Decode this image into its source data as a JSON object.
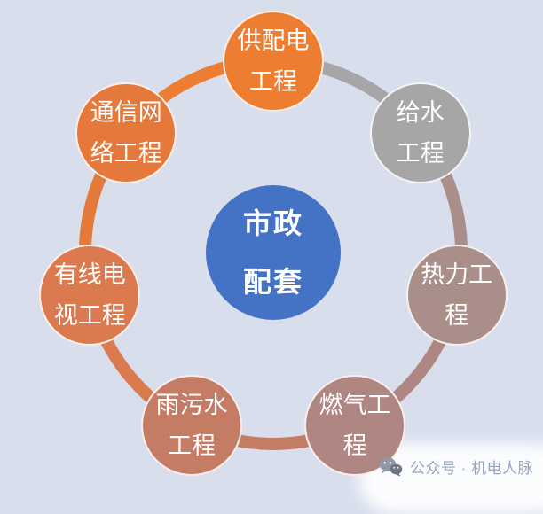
{
  "page": {
    "background": "#D8DEEC"
  },
  "diagram": {
    "type": "cycle",
    "center": {
      "label": "市政配套",
      "lines": [
        "市政",
        "配套"
      ],
      "color": "#4472C4",
      "text_color": "#FFFFFF"
    },
    "nodes": [
      {
        "id": "power-distribution",
        "label": "供配电工程",
        "lines": [
          "供配电",
          "工程"
        ],
        "color": "#ED7D31"
      },
      {
        "id": "water-supply",
        "label": "给水工程",
        "lines": [
          "给水",
          "工程"
        ],
        "color": "#A6A6A6"
      },
      {
        "id": "heating",
        "label": "热力工程",
        "lines": [
          "热力工",
          "程"
        ],
        "color": "#A98E8A"
      },
      {
        "id": "gas",
        "label": "燃气工程",
        "lines": [
          "燃气工",
          "程"
        ],
        "color": "#B08682"
      },
      {
        "id": "rain-sewage",
        "label": "雨污水工程",
        "lines": [
          "雨污水",
          "工程"
        ],
        "color": "#C57C64"
      },
      {
        "id": "cable-tv",
        "label": "有线电视工程",
        "lines": [
          "有线电",
          "视工程"
        ],
        "color": "#DB7A4F"
      },
      {
        "id": "telecom-network",
        "label": "通信网络工程",
        "lines": [
          "通信网",
          "络工程"
        ],
        "color": "#E5793C"
      }
    ]
  },
  "watermark": {
    "icon": "wechat-icon",
    "text": "公众号 · 机电人脉",
    "text_color": "#99A3BC"
  }
}
